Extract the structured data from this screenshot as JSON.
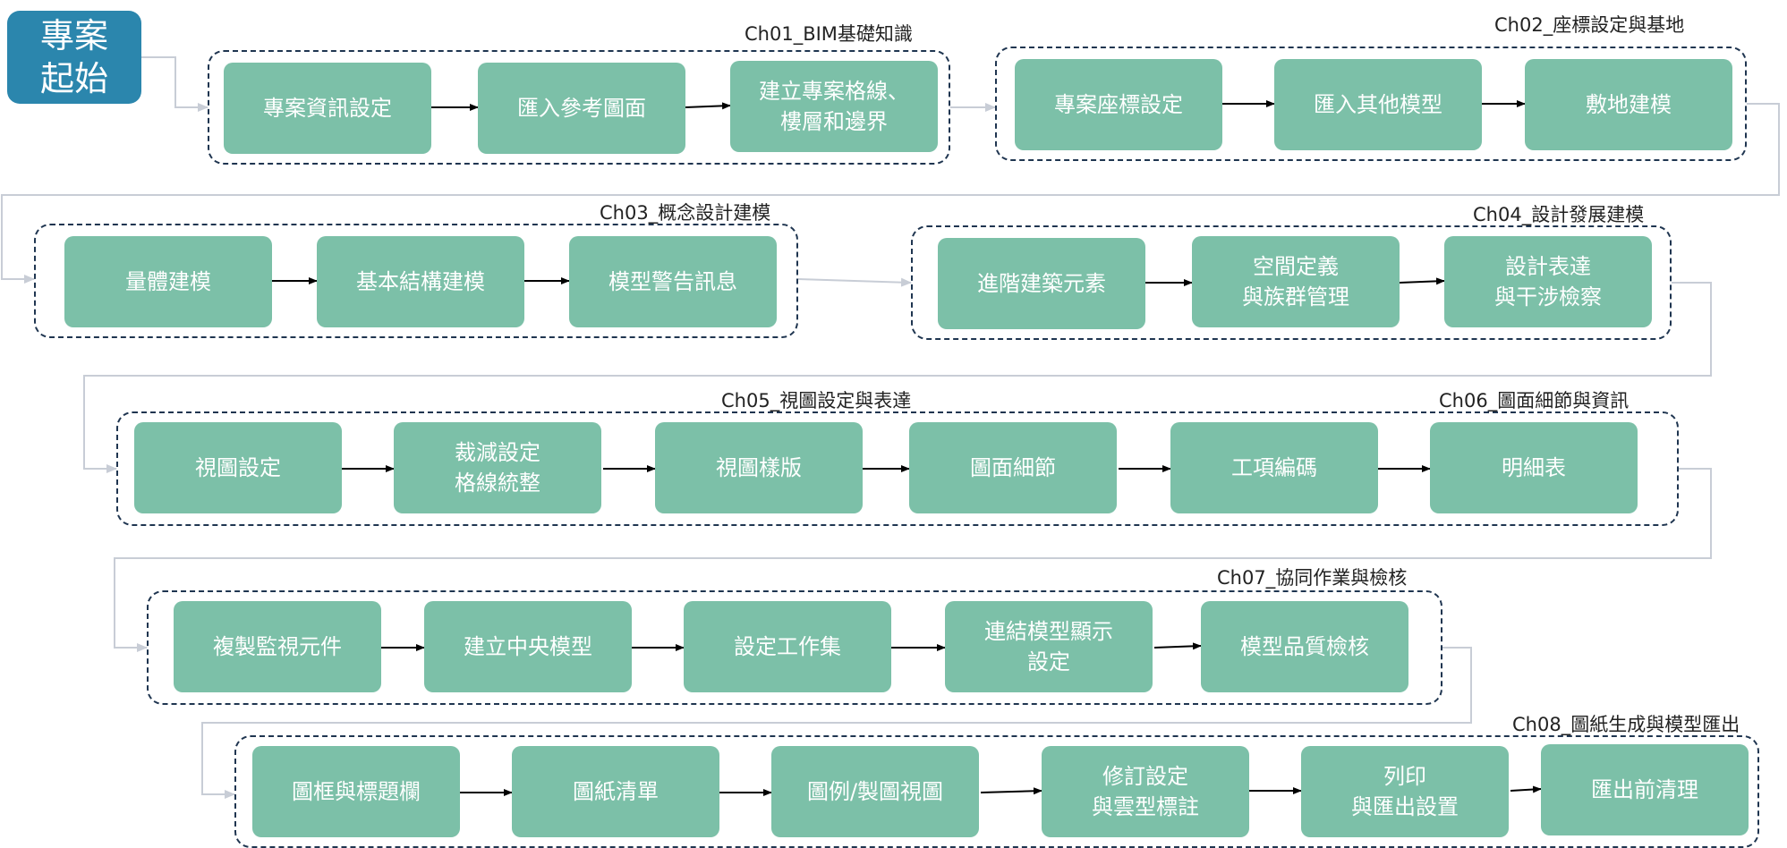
{
  "start": {
    "label": "專案\n起始"
  },
  "chapters": {
    "ch01": "Ch01_BIM基礎知識",
    "ch02": "Ch02_座標設定與基地",
    "ch03": "Ch03_概念設計建模",
    "ch04": "Ch04_設計發展建模",
    "ch05": "Ch05_視圖設定與表達",
    "ch06": "Ch06_圖面細節與資訊",
    "ch07": "Ch07_協同作業與檢核",
    "ch08": "Ch08_圖紙生成與模型匯出"
  },
  "steps": {
    "r1": [
      "專案資訊設定",
      "匯入參考圖面",
      "建立專案格線、\n樓層和邊界",
      "專案座標設定",
      "匯入其他模型",
      "敷地建模"
    ],
    "r2": [
      "量體建模",
      "基本結構建模",
      "模型警告訊息",
      "進階建築元素",
      "空間定義\n與族群管理",
      "設計表達\n與干涉檢察"
    ],
    "r3": [
      "視圖設定",
      "裁減設定\n格線統整",
      "視圖樣版",
      "圖面細節",
      "工項編碼",
      "明細表"
    ],
    "r4": [
      "複製監視元件",
      "建立中央模型",
      "設定工作集",
      "連結模型顯示\n設定",
      "模型品質檢核"
    ],
    "r5": [
      "圖框與標題欄",
      "圖紙清單",
      "圖例/製圖視圖",
      "修訂設定\n與雲型標註",
      "列印\n與匯出設置",
      "匯出前清理"
    ]
  },
  "colors": {
    "start_fill": "#2b86ad",
    "step_fill": "#7cc0a8",
    "group_border": "#1f3550",
    "connector": "#c8cdd6",
    "arrow": "#000000"
  }
}
